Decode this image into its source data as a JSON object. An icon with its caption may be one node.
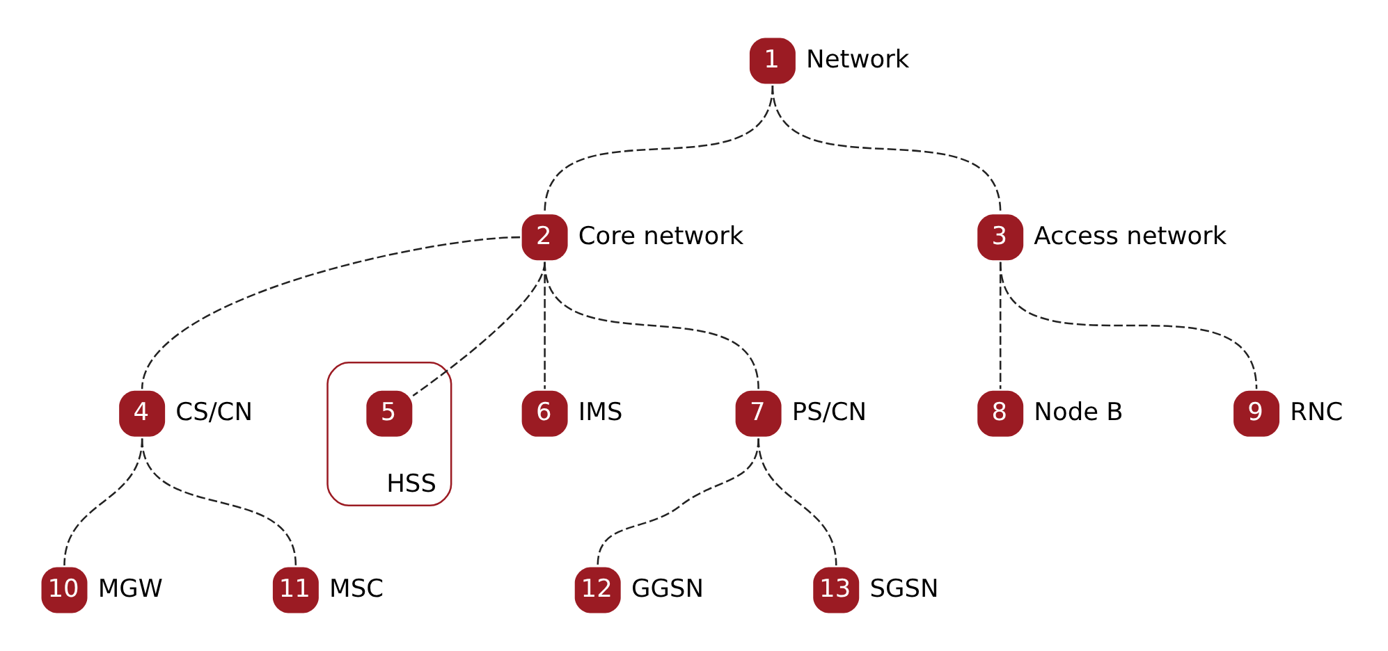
{
  "diagram": {
    "nodes": [
      {
        "text": [
          "1"
        ],
        "beside": [
          "Network"
        ]
      },
      {
        "text": [
          "2"
        ],
        "beside": [
          "Core network"
        ]
      },
      {
        "text": [
          "3"
        ],
        "beside": [
          "Access network"
        ]
      },
      {
        "text": [
          "4"
        ],
        "beside": [
          "CS/CN"
        ]
      },
      {
        "text": [
          "HSS"
        ]
      },
      {
        "text": [
          "5"
        ],
        "in": 4
      },
      {
        "text": [
          "6"
        ],
        "beside": [
          "IMS"
        ]
      },
      {
        "text": [
          "7"
        ],
        "beside": [
          "PS/CN"
        ]
      },
      {
        "text": [
          "8"
        ],
        "beside": [
          "Node B"
        ]
      },
      {
        "text": [
          "9"
        ],
        "beside": [
          "RNC"
        ]
      },
      {
        "text": [
          "10"
        ],
        "beside": [
          "MGW"
        ]
      },
      {
        "text": [
          "11"
        ],
        "beside": [
          "MSC"
        ]
      },
      {
        "text": [
          "12"
        ],
        "beside": [
          "GGSN"
        ]
      },
      {
        "text": [
          "13"
        ],
        "beside": [
          "SGSN"
        ]
      }
    ],
    "edges": [
      {
        "from": 0,
        "to": 1,
        "arrow": "none",
        "style": "dashed"
      },
      {
        "from": 0,
        "to": 2,
        "arrow": "none",
        "style": "dashed"
      },
      {
        "from": 1,
        "to": 3,
        "arrow": "none",
        "style": "dashed"
      },
      {
        "from": 1,
        "to": 5,
        "arrow": "none",
        "style": "dashed"
      },
      {
        "from": 1,
        "to": 6,
        "arrow": "none",
        "style": "dashed"
      },
      {
        "from": 1,
        "to": 7,
        "arrow": "none",
        "style": "dashed"
      },
      {
        "from": 2,
        "to": 8,
        "arrow": "none",
        "style": "dashed"
      },
      {
        "from": 2,
        "to": 9,
        "arrow": "none",
        "style": "dashed"
      },
      {
        "from": 3,
        "to": 10,
        "arrow": "none",
        "style": "dashed"
      },
      {
        "from": 3,
        "to": 11,
        "arrow": "none",
        "style": "dashed"
      },
      {
        "from": 7,
        "to": 12,
        "arrow": "none",
        "style": "dashed"
      },
      {
        "from": 7,
        "to": 13,
        "arrow": "none",
        "style": "dashed"
      }
    ]
  }
}
